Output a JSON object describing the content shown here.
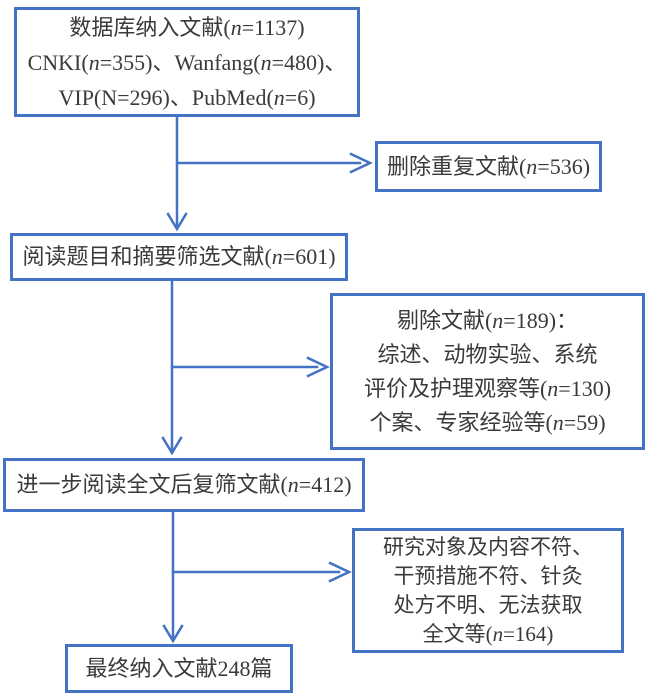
{
  "diagram": {
    "type": "flowchart",
    "language": "zh-CN",
    "topic": "literature-screening-flow",
    "colors": {
      "box_border": "#4472C4",
      "arrow": "#4472C4",
      "text": "#3a3a3a",
      "background": "#ffffff"
    },
    "boxes": {
      "database": {
        "lines": [
          "数据库纳入文献(n=1137)",
          "CNKI(n=355)、Wanfang(n=480)、",
          "VIP(N=296)、PubMed(n=6)"
        ]
      },
      "duplicates": {
        "lines": [
          "删除重复文献(n=536)"
        ]
      },
      "title_abstract": {
        "lines": [
          "阅读题目和摘要筛选文献(n=601)"
        ]
      },
      "excluded_first": {
        "lines": [
          "剔除文献(n=189)：",
          "综述、动物实验、系统",
          "评价及护理观察等(n=130)",
          "个案、专家经验等(n=59)"
        ]
      },
      "fulltext": {
        "lines": [
          "进一步阅读全文后复筛文献(n=412)"
        ]
      },
      "excluded_second": {
        "lines": [
          "研究对象及内容不符、",
          "干预措施不符、针灸",
          "处方不明、无法获取",
          "全文等(n=164)"
        ]
      },
      "final": {
        "lines": [
          "最终纳入文献248篇"
        ]
      }
    }
  }
}
